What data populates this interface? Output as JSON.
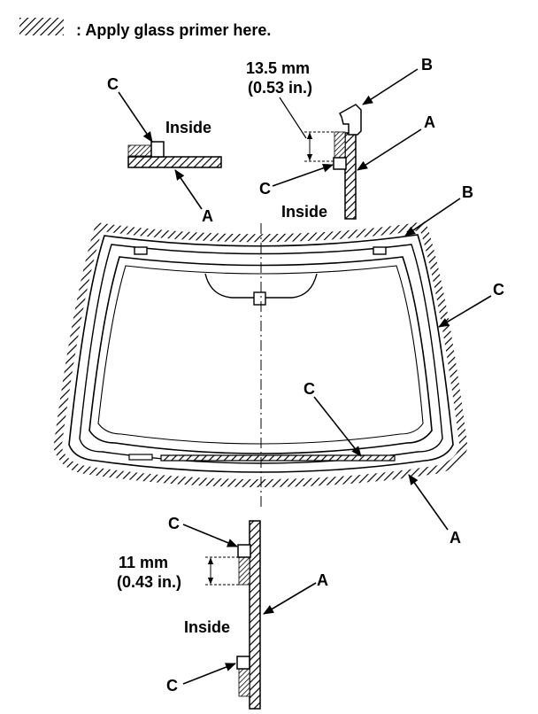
{
  "legend": {
    "text": ": Apply glass primer here."
  },
  "callouts": {
    "a": "A",
    "b": "B",
    "c": "C"
  },
  "sections": {
    "top_left": {
      "inside": "Inside"
    },
    "top_right": {
      "inside": "Inside",
      "dim_mm": "13.5 mm",
      "dim_in": "(0.53 in.)"
    },
    "bottom": {
      "inside": "Inside",
      "dim_mm": "11 mm",
      "dim_in": "(0.43 in.)"
    }
  },
  "colors": {
    "ink": "#000000",
    "paper": "#ffffff"
  }
}
